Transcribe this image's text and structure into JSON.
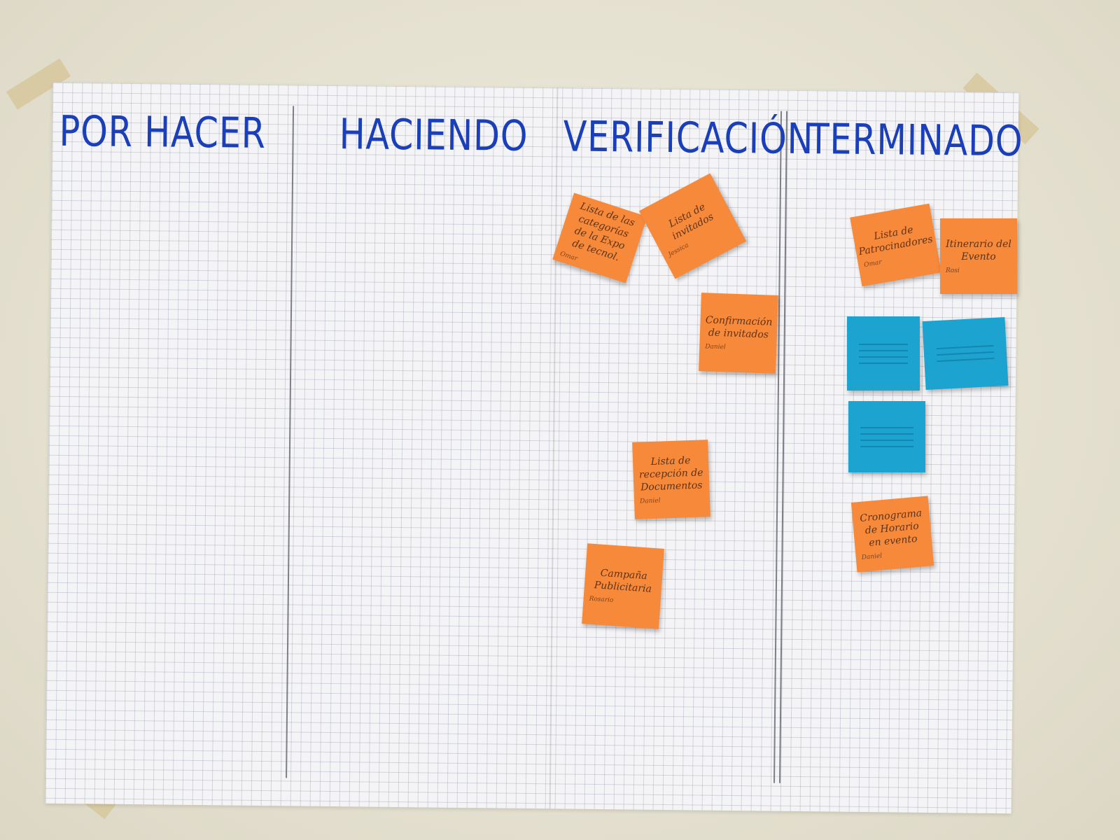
{
  "board": {
    "columns": [
      {
        "id": "todo",
        "title": "POR HACER"
      },
      {
        "id": "doing",
        "title": "HACIENDO"
      },
      {
        "id": "verify",
        "title": "VERIFICACIÓN"
      },
      {
        "id": "done",
        "title": "TERMINADO"
      }
    ]
  },
  "notes": {
    "verify": [
      {
        "text": "Lista de las categorías de la Expo de tecnol.",
        "signature": "Omar",
        "color": "orange"
      },
      {
        "text": "Lista de invitados",
        "signature": "Jessica",
        "color": "orange"
      },
      {
        "text": "Confirmación de invitados",
        "signature": "Daniel",
        "color": "orange"
      },
      {
        "text": "Lista de recepción de Documentos",
        "signature": "Daniel",
        "color": "orange"
      },
      {
        "text": "Campaña Publicitaria",
        "signature": "Rosario",
        "color": "orange"
      }
    ],
    "done": [
      {
        "text": "Lista de Patrocinadores",
        "signature": "Omar",
        "color": "orange"
      },
      {
        "text": "Itinerario del Evento",
        "signature": "Rosi",
        "color": "orange"
      },
      {
        "text": "",
        "color": "blue"
      },
      {
        "text": "",
        "color": "blue"
      },
      {
        "text": "",
        "color": "blue"
      },
      {
        "text": "Cronograma de Horario en evento",
        "signature": "Daniel",
        "color": "orange"
      }
    ]
  },
  "colors": {
    "orange_note": "#f7893b",
    "blue_note": "#1da3d0",
    "marker_blue": "#1a3fb8",
    "paper": "#f4f4f6"
  }
}
